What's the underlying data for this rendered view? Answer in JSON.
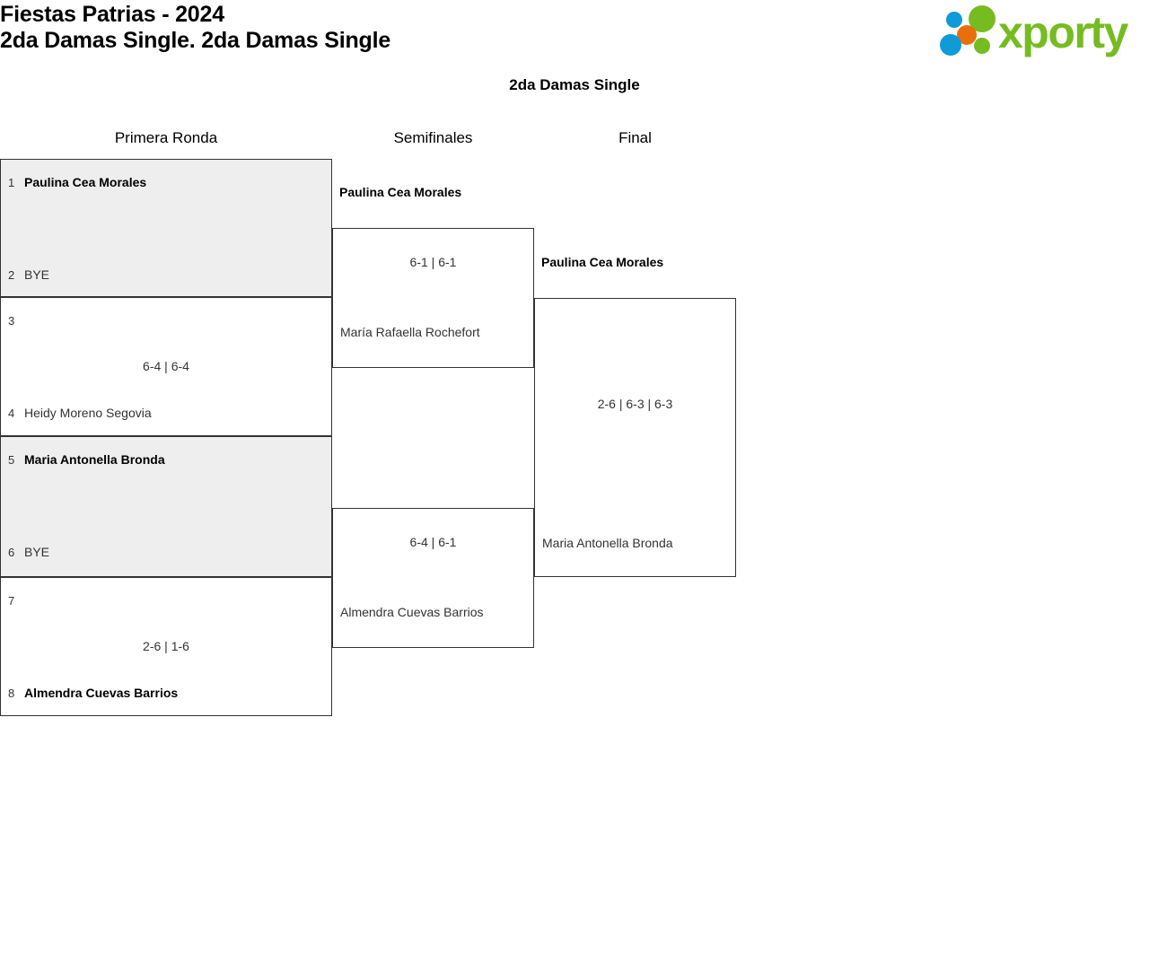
{
  "header": {
    "title": "Fiestas Patrias - 2024\n2da Damas Single. 2da Damas Single",
    "logo": {
      "name": "xporty-logo",
      "wordmark": "xporty",
      "colors": {
        "green": "#76bc21",
        "blue": "#0f9bd7",
        "orange": "#e8700a"
      }
    }
  },
  "bracket": {
    "title": "2da Damas Single",
    "rounds": [
      {
        "label": "Primera Ronda"
      },
      {
        "label": "Semifinales"
      },
      {
        "label": "Final"
      }
    ],
    "round1": [
      {
        "shaded": true,
        "top": {
          "seed": "1",
          "name": "Paulina Cea Morales",
          "winner": true
        },
        "bottom": {
          "seed": "2",
          "name": "BYE",
          "winner": false
        },
        "score": ""
      },
      {
        "shaded": false,
        "top": {
          "seed": "3",
          "name": "",
          "winner": false
        },
        "bottom": {
          "seed": "4",
          "name": "Heidy Moreno Segovia",
          "winner": false
        },
        "score": "6-4 | 6-4"
      },
      {
        "shaded": true,
        "top": {
          "seed": "5",
          "name": "Maria Antonella Bronda",
          "winner": true
        },
        "bottom": {
          "seed": "6",
          "name": "BYE",
          "winner": false
        },
        "score": ""
      },
      {
        "shaded": false,
        "top": {
          "seed": "7",
          "name": "",
          "winner": false
        },
        "bottom": {
          "seed": "8",
          "name": "Almendra Cuevas Barrios",
          "winner": true
        },
        "score": "2-6 | 1-6"
      }
    ],
    "semifinals": [
      {
        "top": {
          "name": "Paulina Cea Morales",
          "winner": true
        },
        "bottom": {
          "name": "María Rafaella Rochefort",
          "winner": false
        },
        "score": "6-1 | 6-1"
      },
      {
        "top": {
          "name": "",
          "winner": false
        },
        "bottom": {
          "name": "Almendra Cuevas Barrios",
          "winner": false
        },
        "score": "6-4 | 6-1"
      }
    ],
    "final": [
      {
        "top": {
          "name": "Paulina Cea Morales",
          "winner": true
        },
        "bottom": {
          "name": "Maria Antonella Bronda",
          "winner": false
        },
        "score": "2-6 | 6-3 | 6-3"
      }
    ]
  }
}
